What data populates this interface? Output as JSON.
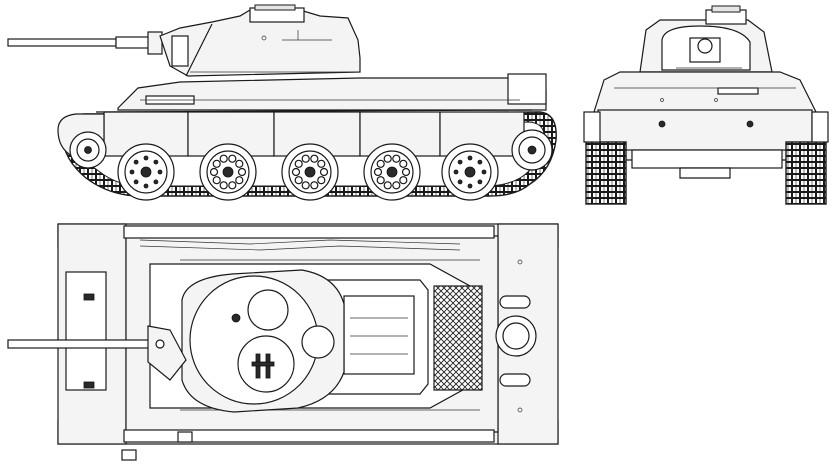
{
  "drawing": {
    "subject": "",
    "views": [
      "side",
      "front",
      "top"
    ]
  },
  "colors": {
    "line": "#1a1a1a",
    "panel": "#f4f4f4",
    "background": "#ffffff",
    "track": "#2a2a2a"
  },
  "icons": [
    "tank-side-view",
    "tank-front-view",
    "tank-top-view"
  ]
}
